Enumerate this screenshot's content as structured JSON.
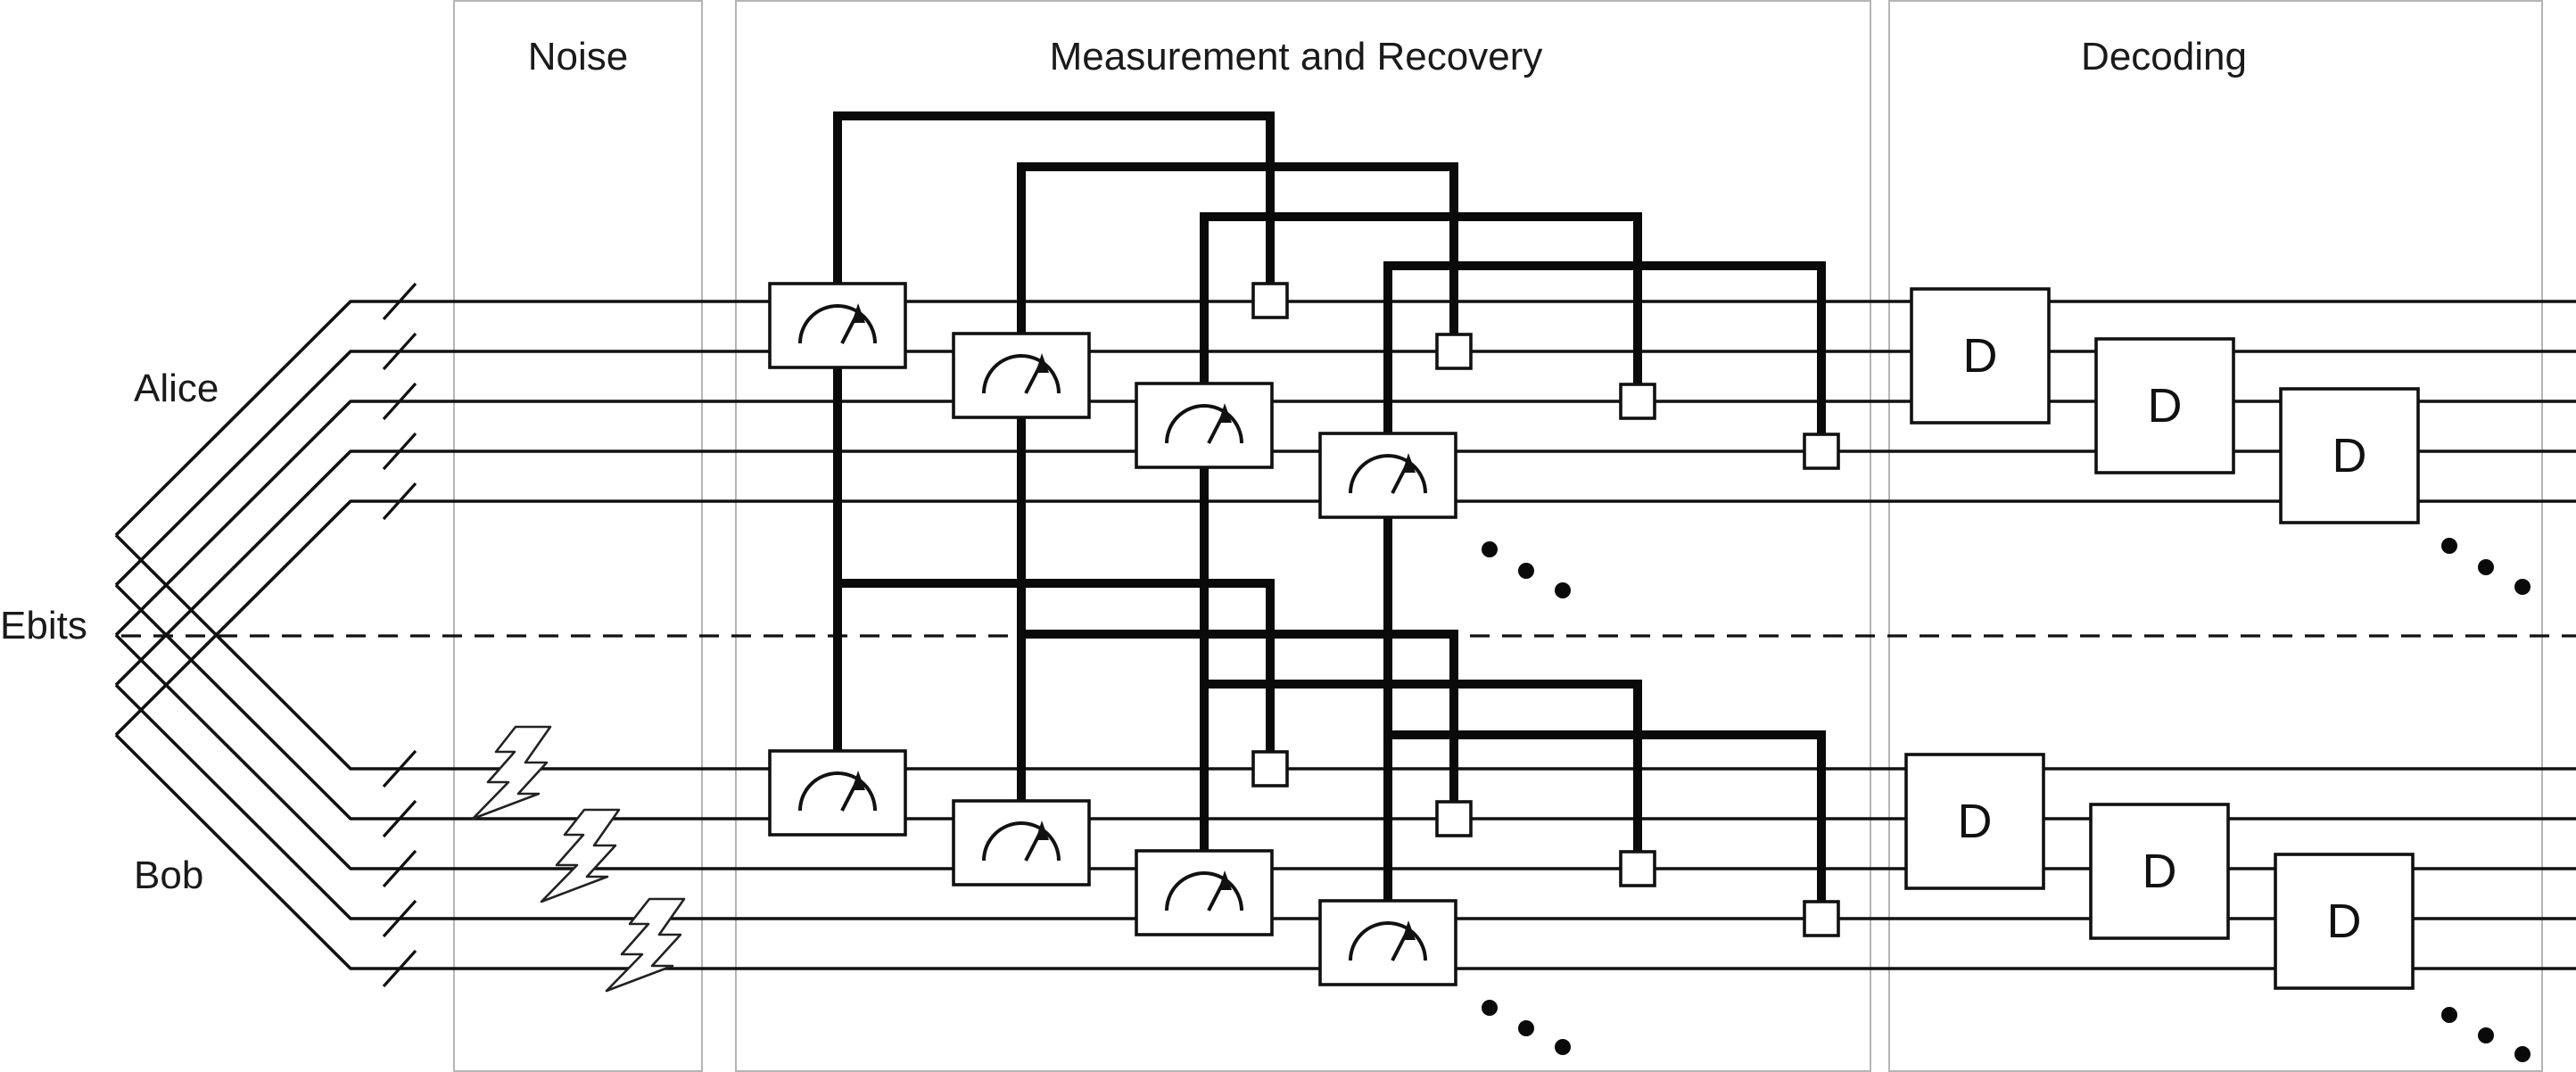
{
  "panels": {
    "noise": "Noise",
    "measurement": "Measurement and Recovery",
    "decoding": "Decoding"
  },
  "parties": {
    "alice": "Alice",
    "ebits": "Ebits",
    "bob": "Bob"
  },
  "decoder_label": "D",
  "ui_colors": {
    "ink": "#111111",
    "panel_border": "#b5b5b5",
    "background": "#ffffff"
  }
}
